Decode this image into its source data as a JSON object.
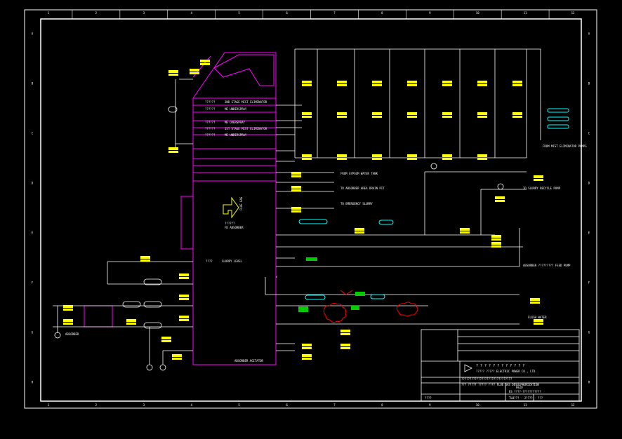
{
  "border": {
    "top_ticks": [
      "1",
      "2",
      "3",
      "4",
      "5",
      "6",
      "7",
      "8",
      "9",
      "10",
      "11",
      "12"
    ],
    "side_ticks": [
      "A",
      "B",
      "C",
      "D",
      "E",
      "F",
      "G",
      "H"
    ]
  },
  "absorber": {
    "rows": [
      {
        "tag": "??????",
        "label": "2ND STAGE MIST ELIMINATOR"
      },
      {
        "tag": "??????",
        "label": "ME UNDERSPRAY"
      },
      {
        "tag": "??????",
        "label": "ME OVERSPRAY"
      },
      {
        "tag": "??????",
        "label": "1ST STAGE MIST ELIMINATOR"
      },
      {
        "tag": "??????",
        "label": "ME UNDERSPRAY"
      }
    ],
    "center_tag": "??????",
    "center_name": "FD ABSORBER",
    "level_tag": "????",
    "level_label": "SLURRY LEVEL",
    "inlet_label": "FLUE GAS"
  },
  "streams": {
    "water_tank": "FROM GYPSUM WATER TANK",
    "area_drain": "TO ABSORBER AREA DRAIN PIT",
    "emergency": "TO EMERGENCY SLURRY",
    "flush": "FLUSH WATER",
    "agitator": "ABSORBER AGITATOR",
    "absorber_heading": "ABSORBER",
    "pump_heading": "TO SLURRY RECYCLE PUMP",
    "absorber_feed": "ABSORBER ????????? FEED PUMP",
    "mist_pump": "FROM MIST ELIMINATOR PUMPS"
  },
  "title_block": {
    "company": "? ? ? ? ? ? ? ? ? ? ? ?",
    "company_en": "????? ????? ELECTRIC POWER CO., LTD.",
    "project": "??????????????????????????????",
    "project_en": "??? ????? ????? ???? FLUE GAS DESULPHURIZATION",
    "drawing_code": "P&ID",
    "drawing_name": "ES ????-???????????",
    "drawing_no": "TL0??? - J???? - ???",
    "scale": "",
    "sheet_label": "????"
  },
  "colors": {
    "pipe": "#ffffff",
    "vessel": "#ff00ff",
    "tag": "#ffff00",
    "equipment": "#00ffff",
    "markup": "#ff0000",
    "status": "#00cc00"
  }
}
